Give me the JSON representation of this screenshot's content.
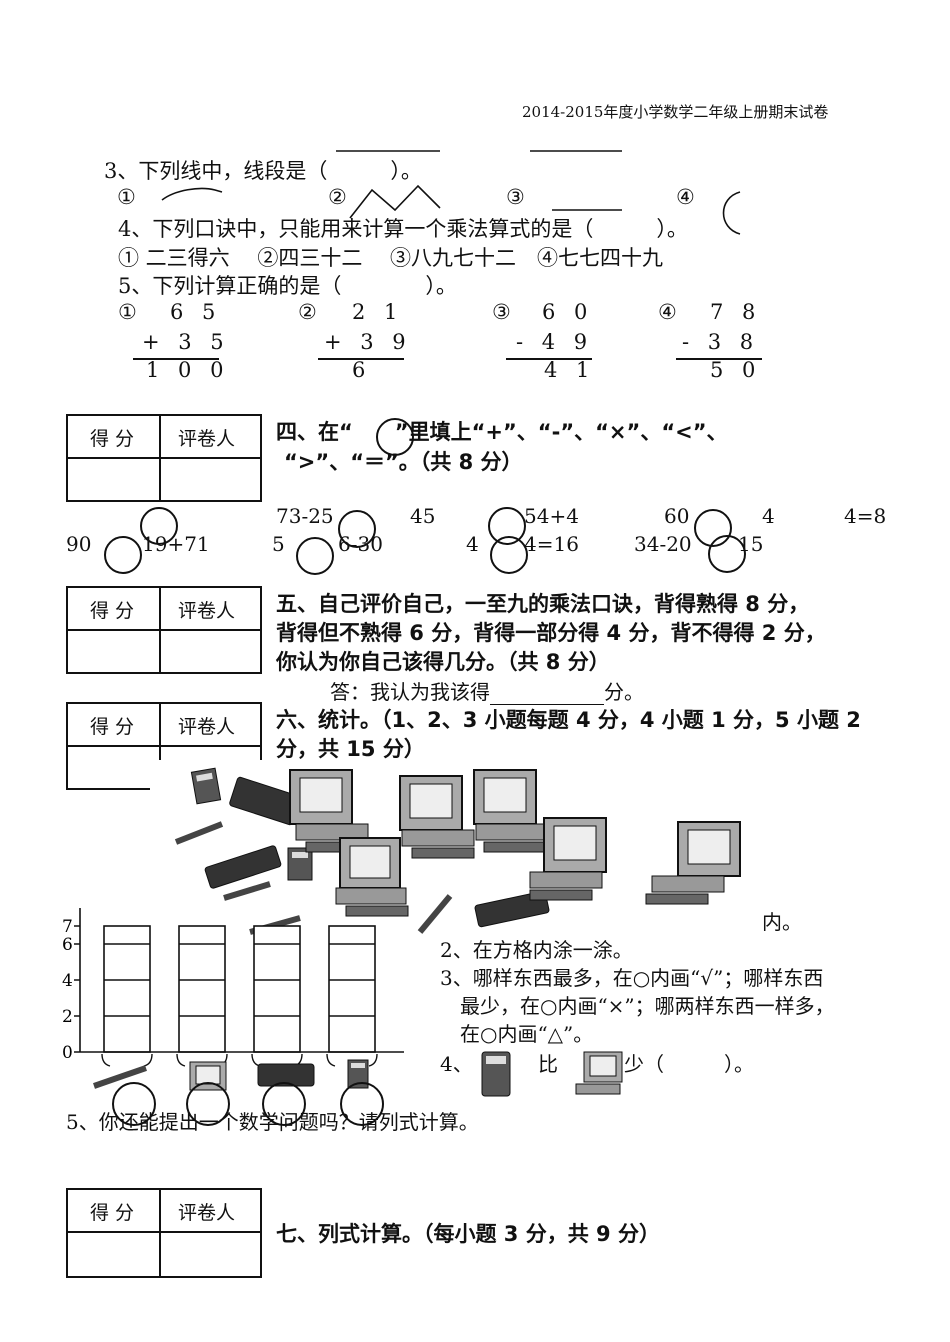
{
  "header": "2014-2015年度小学数学二年级上册期末试卷",
  "q3": {
    "text": "3、下列线中，线段是（　　　）。",
    "opts": [
      "①",
      "②",
      "③",
      "④"
    ]
  },
  "q4": {
    "text": "4、下列口诀中，只能用来计算一个乘法算式的是（　　　）。",
    "options": "① 二三得六　 ②四三十二　 ③八九七十二　④七七四十九"
  },
  "q5": {
    "text": "5、下列计算正确的是（　　　　）。",
    "items": [
      {
        "num": "①",
        "a": "6 5",
        "b": "+ 3 5",
        "r": "1 0 0"
      },
      {
        "num": "②",
        "a": "2 1",
        "b": "+ 3 9",
        "r": "6"
      },
      {
        "num": "③",
        "a": "6 0",
        "b": "- 4 9",
        "r": "4 1"
      },
      {
        "num": "④",
        "a": "7 8",
        "b": "- 3 8",
        "r": "5 0"
      }
    ]
  },
  "score_box": {
    "left": "得 分",
    "right": "评卷人"
  },
  "sec4": {
    "line1": "四、在“　　”里填上“+”、“-”、“×”、“<”、",
    "line2": "“>”、“＝”。（共 8 分）",
    "row1": [
      "73-25",
      "45",
      "54+4",
      "60",
      "4",
      "4=8"
    ],
    "row2": [
      "90",
      "19+71",
      "5",
      "6-30",
      "4",
      "4=16",
      "34-20",
      "15"
    ]
  },
  "sec5": {
    "line1": "五、自己评价自己，一至九的乘法口诀，背得熟得 8 分，",
    "line2": "背得但不熟得 6 分，背得一部分得 4 分，背不得得 2 分，",
    "line3": "你认为你自己该得几分。（共 8 分）",
    "answer_prefix": "答：我认为我该得",
    "answer_suffix": "分。"
  },
  "sec6": {
    "line1": "六、统计。（1、2、3 小题每题 4 分，4 小题 1 分，5 小题 2",
    "line2": "分，共 15 分）",
    "chart_ticks": [
      "7",
      "6",
      "4",
      "2",
      "0"
    ],
    "q1_tail": "内。",
    "q2": "2、在方格内涂一涂。",
    "q3_l1": "3、哪样东西最多，在○内画“√”；哪样东西",
    "q3_l2": "最少，在○内画“×”；哪两样东西一样多，",
    "q3_l3": "在○内画“△”。",
    "q4_num": "4、",
    "q4_mid": "比",
    "q4_tail": "少（　　　）。",
    "q5": "5、你还能提出一个数学问题吗？请列式计算。"
  },
  "chart_data": {
    "type": "bar",
    "categories": [
      "pencil",
      "computer",
      "keyboard",
      "calculator"
    ],
    "values": [
      7,
      7,
      7,
      7
    ],
    "ylim": [
      0,
      7
    ],
    "yticks": [
      0,
      2,
      4,
      6,
      7
    ]
  },
  "sec7": {
    "line1": "七、列式计算。（每小题 3 分，共 9 分）"
  }
}
